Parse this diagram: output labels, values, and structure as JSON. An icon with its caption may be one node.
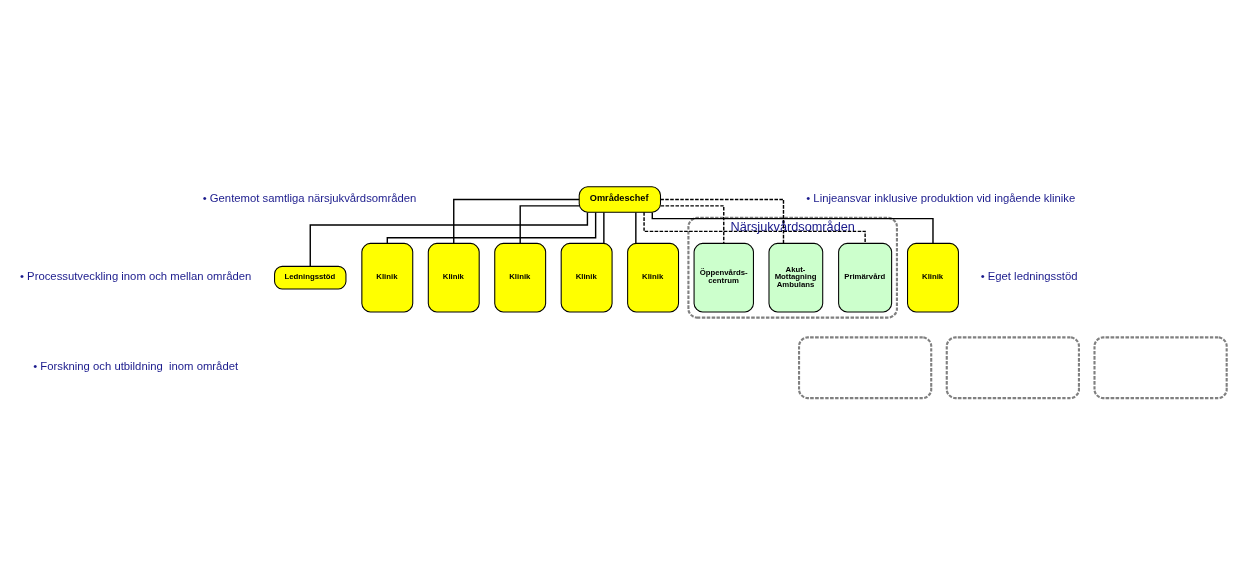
{
  "diagram": {
    "nodes": [
      {
        "text": [
          "Områdeschef"
        ]
      },
      {
        "text": [
          "Ledningsstöd"
        ]
      },
      {
        "text": [
          "Närsjukvårdsområden"
        ]
      },
      {
        "text": [
          "Primärvård"
        ],
        "in": 2
      },
      {
        "text": [
          "Akut- Mottagning Ambulans"
        ],
        "in": 2
      },
      {
        "text": [
          "Öppenvårds- centrum"
        ],
        "in": 2
      },
      {
        "text": [
          "Klinik"
        ]
      },
      {
        "text": [
          "Klinik"
        ]
      },
      {
        "text": [
          "Klinik"
        ]
      },
      {
        "text": [
          "Klinik"
        ]
      },
      {
        "text": [
          "Klinik"
        ]
      },
      {
        "text": [
          "Klinik"
        ]
      },
      {
        "text": [],
        "shape": "box"
      },
      {
        "text": [],
        "shape": "box"
      },
      {
        "text": [],
        "shape": "box"
      }
    ],
    "edges": [
      {
        "from": 0,
        "to": 1,
        "arrow": "none"
      },
      {
        "from": 0,
        "to": 3,
        "arrow": "none",
        "style": "dashed"
      },
      {
        "from": 0,
        "to": 4,
        "arrow": "none",
        "style": "dashed"
      },
      {
        "from": 0,
        "to": 5,
        "arrow": "none",
        "style": "dashed"
      },
      {
        "from": 0,
        "to": 6,
        "arrow": "none"
      },
      {
        "from": 0,
        "to": 7,
        "arrow": "none"
      },
      {
        "from": 0,
        "to": 8,
        "arrow": "none"
      },
      {
        "from": 0,
        "to": 9,
        "arrow": "none"
      },
      {
        "from": 0,
        "to": 10,
        "arrow": "none"
      },
      {
        "from": 0,
        "to": 11,
        "arrow": "none"
      }
    ],
    "labels": [
      "• Gentemot samtliga närsjukvårdsområden",
      "• Processutveckling inom och mellan områden",
      "• Forskning och utbildning  inom området",
      "• Linjeansvar inklusive produktion vid ingående klinike",
      "• Eget ledningsstöd"
    ]
  }
}
